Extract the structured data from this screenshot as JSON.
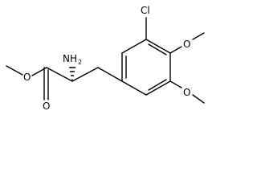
{
  "molecule": {
    "atoms": {
      "chlorine": "Cl",
      "amino_n": "NH",
      "amino_sub": "2",
      "ester_o_single": "O",
      "ester_o_double": "O",
      "methoxy_top_o": "O",
      "methoxy_bottom_o": "O"
    }
  }
}
